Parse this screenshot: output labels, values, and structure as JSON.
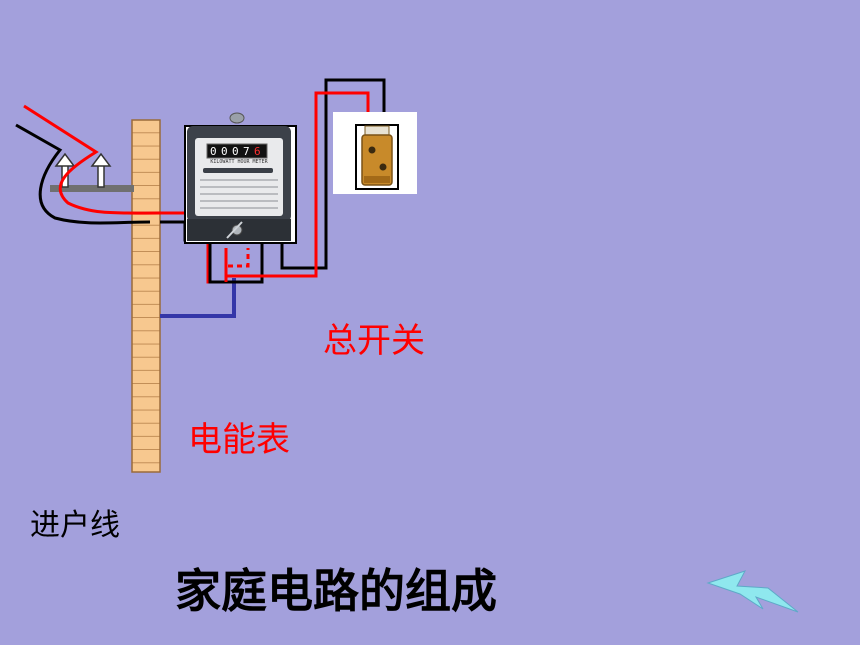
{
  "title": "家庭电路的组成",
  "labels": {
    "main_switch": "总开关",
    "meter": "电能表",
    "incoming_line": "进户线"
  },
  "meter_face": {
    "digits": [
      "0",
      "0",
      "0",
      "7",
      "6"
    ],
    "header": "KILOWATT HOUR METER"
  },
  "colors": {
    "background": "#a3a0dc",
    "live_wire": "#ff0000",
    "neutral_wire": "#000000",
    "ground_wire": "#3436a8",
    "label_red": "#ff0000",
    "pole": "#f7c88f"
  }
}
